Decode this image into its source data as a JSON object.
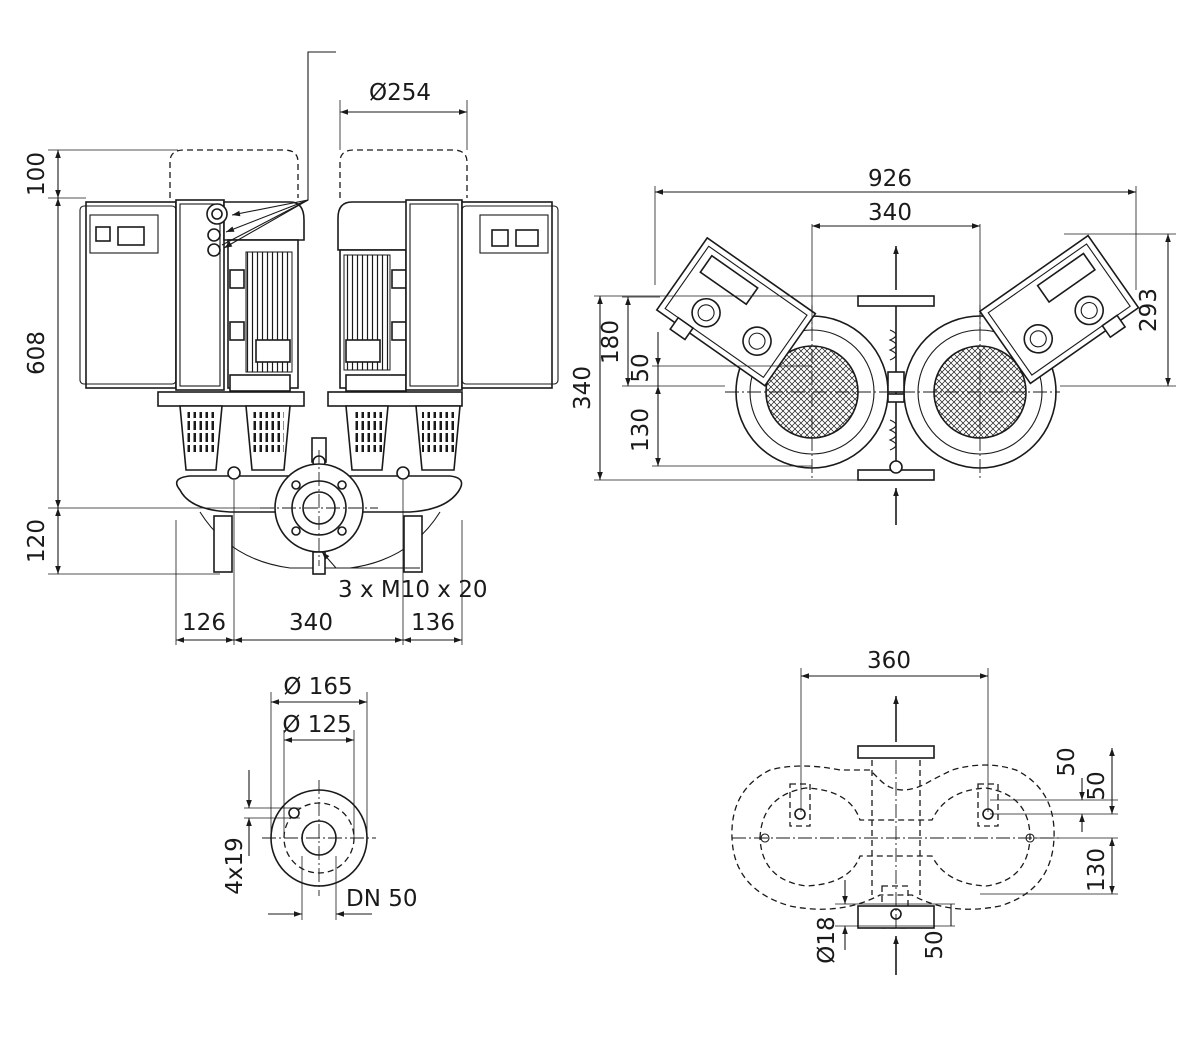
{
  "dimensions": {
    "front": {
      "height_top": "100",
      "height_main": "608",
      "height_bottom": "120",
      "motor_diameter": "Ø254",
      "width_left": "126",
      "width_center": "340",
      "width_right": "136",
      "thread": "3 x M10 x 20"
    },
    "top": {
      "overall_width": "926",
      "center_distance": "340",
      "right_height": "293",
      "left_depth": "340",
      "left_180": "180",
      "left_50": "50",
      "left_130": "130"
    },
    "flange": {
      "outer_diameter": "Ø 165",
      "bolt_circle": "Ø 125",
      "holes": "4x19",
      "nominal": "DN 50"
    },
    "base": {
      "width": "360",
      "right_50_top": "50",
      "right_50_mid": "50",
      "right_130": "130",
      "hole_diameter": "Ø18",
      "bottom_50": "50"
    }
  }
}
